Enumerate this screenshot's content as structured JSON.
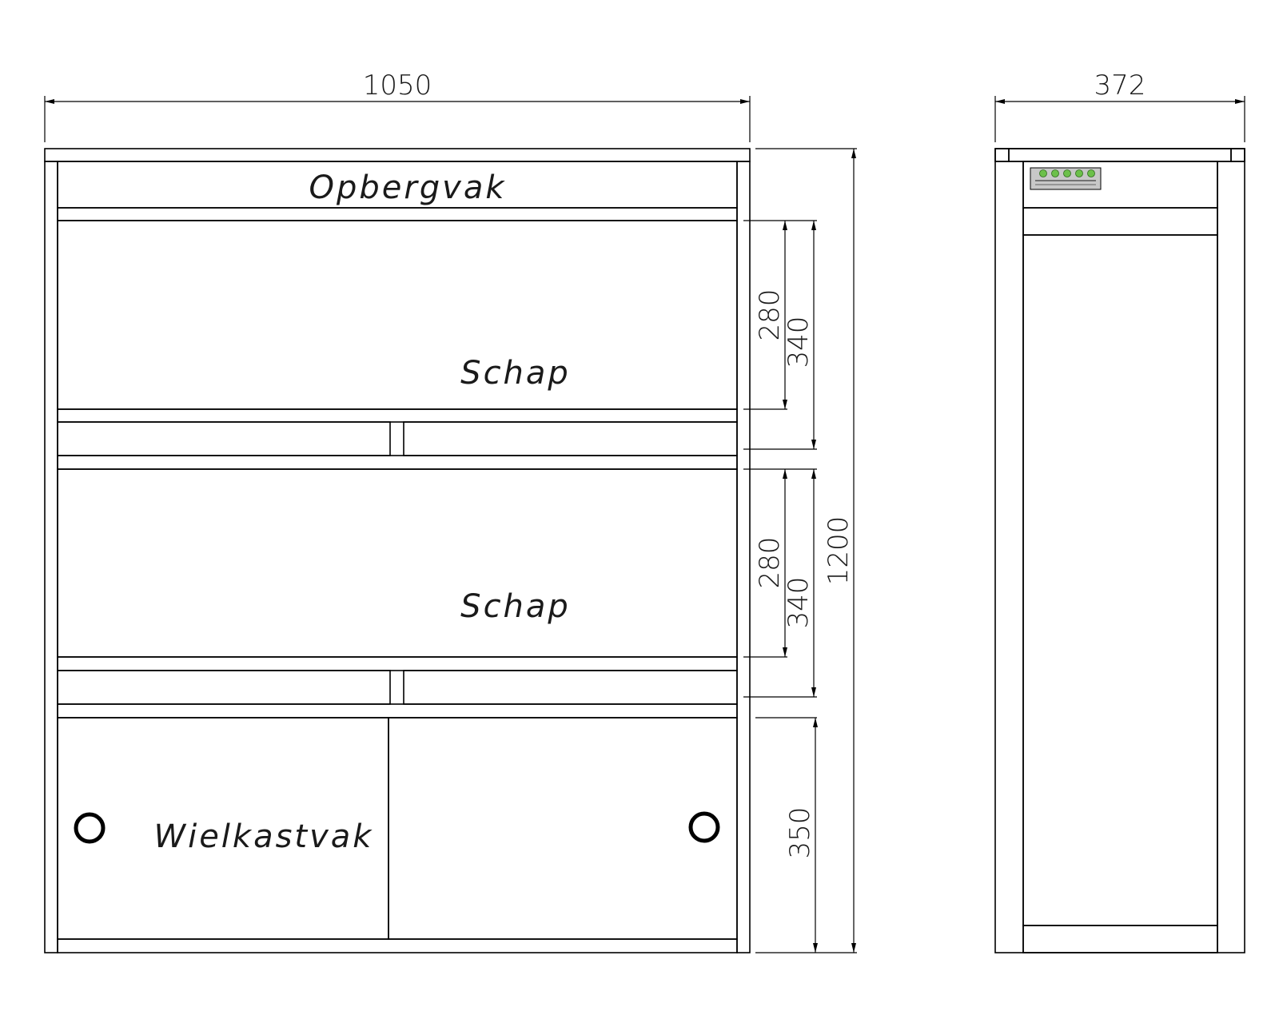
{
  "front_view": {
    "width_dim": "1050",
    "height_dim": "1200",
    "labels": {
      "top_compartment": "Opbergvak",
      "shelf_1": "Schap",
      "shelf_2": "Schap",
      "bottom_compartment": "Wielkastvak"
    },
    "shelf_dims": [
      {
        "inner": "280",
        "outer": "340"
      },
      {
        "inner": "280",
        "outer": "340"
      }
    ],
    "bottom_dim": "350"
  },
  "side_view": {
    "width_dim": "372"
  },
  "colors": {
    "line": "#000000",
    "panel_light": "#dcdcdc",
    "panel_dark": "#808080",
    "logo_dot": "#6cc04a",
    "background": "#ffffff"
  },
  "icons": {
    "handle_left": "circle-handle-icon",
    "handle_right": "circle-handle-icon",
    "side_logo": "company-logo-icon"
  }
}
